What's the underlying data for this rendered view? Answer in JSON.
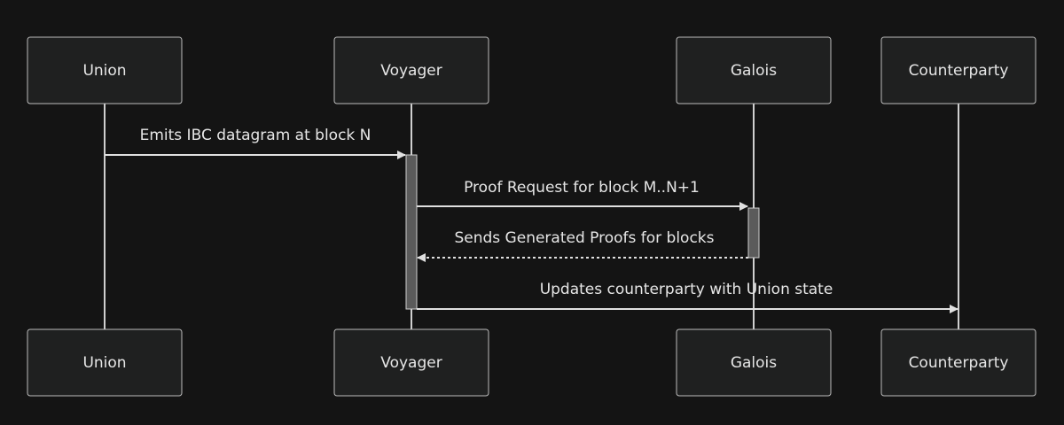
{
  "diagram": {
    "type": "sequence",
    "actors": [
      {
        "id": "union",
        "label": "Union"
      },
      {
        "id": "voyager",
        "label": "Voyager"
      },
      {
        "id": "galois",
        "label": "Galois"
      },
      {
        "id": "counterparty",
        "label": "Counterparty"
      }
    ],
    "messages": [
      {
        "from": "union",
        "to": "voyager",
        "label": "Emits IBC datagram at block N",
        "style": "solid"
      },
      {
        "from": "voyager",
        "to": "galois",
        "label": "Proof Request for block M..N+1",
        "style": "solid"
      },
      {
        "from": "galois",
        "to": "voyager",
        "label": "Sends Generated Proofs for blocks",
        "style": "dashed"
      },
      {
        "from": "voyager",
        "to": "counterparty",
        "label": "Updates counterparty with Union state",
        "style": "solid"
      }
    ],
    "activations": [
      {
        "actor": "voyager",
        "from_message": 0,
        "to_message": 3
      },
      {
        "actor": "galois",
        "from_message": 1,
        "to_message": 2
      }
    ],
    "colors": {
      "background": "#141414",
      "box_fill": "#1f2020",
      "box_border": "#bdbdbd",
      "text": "#e6e6e6",
      "activation": "#5b5b5b"
    }
  }
}
